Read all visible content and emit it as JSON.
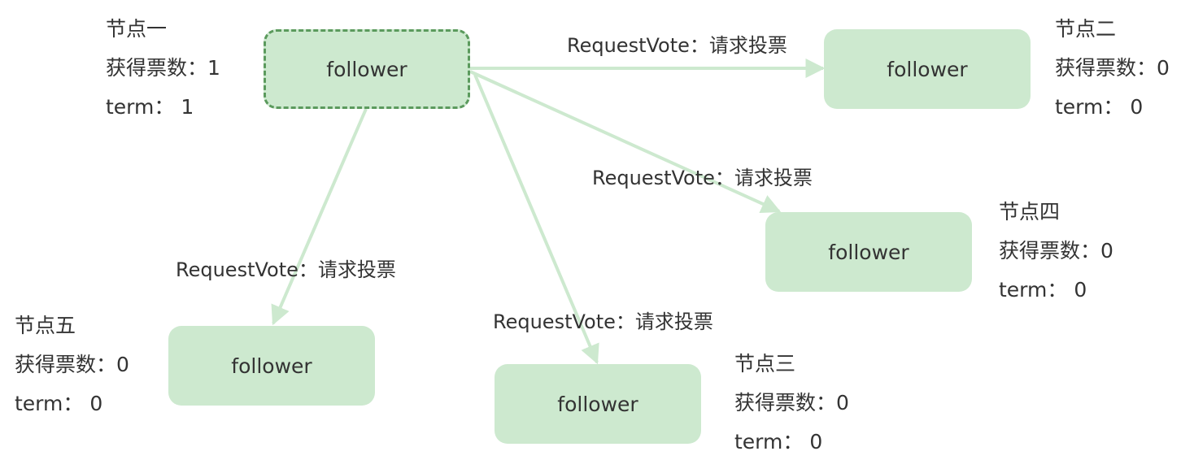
{
  "nodes": [
    {
      "id": "n1",
      "title": "节点一",
      "state": "follower",
      "votes": "获得票数：1",
      "term": "term： 1",
      "active": true
    },
    {
      "id": "n2",
      "title": "节点二",
      "state": "follower",
      "votes": "获得票数：0",
      "term": "term： 0",
      "active": false
    },
    {
      "id": "n3",
      "title": "节点三",
      "state": "follower",
      "votes": "获得票数：0",
      "term": "term： 0",
      "active": false
    },
    {
      "id": "n4",
      "title": "节点四",
      "state": "follower",
      "votes": "获得票数：0",
      "term": "term： 0",
      "active": false
    },
    {
      "id": "n5",
      "title": "节点五",
      "state": "follower",
      "votes": "获得票数：0",
      "term": "term： 0",
      "active": false
    }
  ],
  "edges": [
    {
      "from": "n1",
      "to": "n2",
      "label": "RequestVote：请求投票"
    },
    {
      "from": "n1",
      "to": "n4",
      "label": "RequestVote：请求投票"
    },
    {
      "from": "n1",
      "to": "n3",
      "label": "RequestVote：请求投票"
    },
    {
      "from": "n1",
      "to": "n5",
      "label": "RequestVote：请求投票"
    }
  ],
  "colors": {
    "node_fill": "#cde9cf",
    "active_border": "#5b9a5d",
    "edge": "#cde9cf",
    "text": "#333333"
  }
}
